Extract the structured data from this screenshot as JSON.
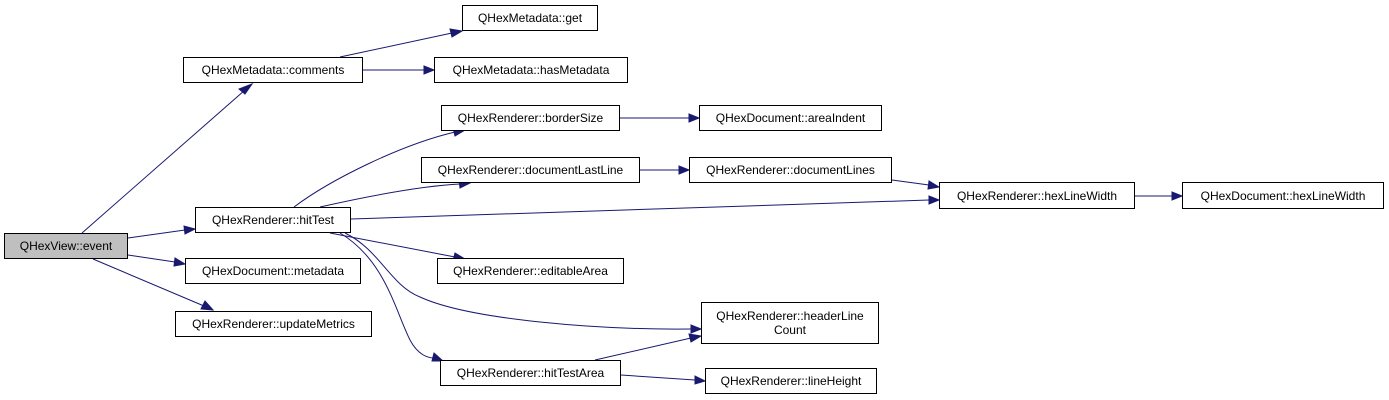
{
  "diagram": {
    "nodes": {
      "event": "QHexView::event",
      "comments": "QHexMetadata::comments",
      "get": "QHexMetadata::get",
      "hasMetadata": "QHexMetadata::hasMetadata",
      "hitTest": "QHexRenderer::hitTest",
      "metadata": "QHexDocument::metadata",
      "updateMetrics": "QHexRenderer::updateMetrics",
      "borderSize": "QHexRenderer::borderSize",
      "areaIndent": "QHexDocument::areaIndent",
      "documentLastLine": "QHexRenderer::documentLastLine",
      "documentLines": "QHexRenderer::documentLines",
      "hexLineWidth": "QHexRenderer::hexLineWidth",
      "docHexLineWidth": "QHexDocument::hexLineWidth",
      "editableArea": "QHexRenderer::editableArea",
      "headerLineCount": "QHexRenderer::headerLine\nCount",
      "hitTestArea": "QHexRenderer::hitTestArea",
      "lineHeight": "QHexRenderer::lineHeight"
    },
    "current_node": "event",
    "edges": [
      {
        "from": "event",
        "to": "comments"
      },
      {
        "from": "event",
        "to": "hitTest"
      },
      {
        "from": "event",
        "to": "metadata"
      },
      {
        "from": "event",
        "to": "updateMetrics"
      },
      {
        "from": "comments",
        "to": "get"
      },
      {
        "from": "comments",
        "to": "hasMetadata"
      },
      {
        "from": "hitTest",
        "to": "borderSize"
      },
      {
        "from": "hitTest",
        "to": "documentLastLine"
      },
      {
        "from": "hitTest",
        "to": "hexLineWidth"
      },
      {
        "from": "hitTest",
        "to": "editableArea"
      },
      {
        "from": "hitTest",
        "to": "headerLineCount"
      },
      {
        "from": "hitTest",
        "to": "hitTestArea"
      },
      {
        "from": "borderSize",
        "to": "areaIndent"
      },
      {
        "from": "documentLastLine",
        "to": "documentLines"
      },
      {
        "from": "documentLines",
        "to": "hexLineWidth"
      },
      {
        "from": "hexLineWidth",
        "to": "docHexLineWidth"
      },
      {
        "from": "hitTestArea",
        "to": "headerLineCount"
      },
      {
        "from": "hitTestArea",
        "to": "lineHeight"
      }
    ],
    "colors": {
      "edge": "#191970",
      "node_border": "#000000",
      "node_fill": "#ffffff",
      "current_node_fill": "#bfbfbf"
    }
  }
}
